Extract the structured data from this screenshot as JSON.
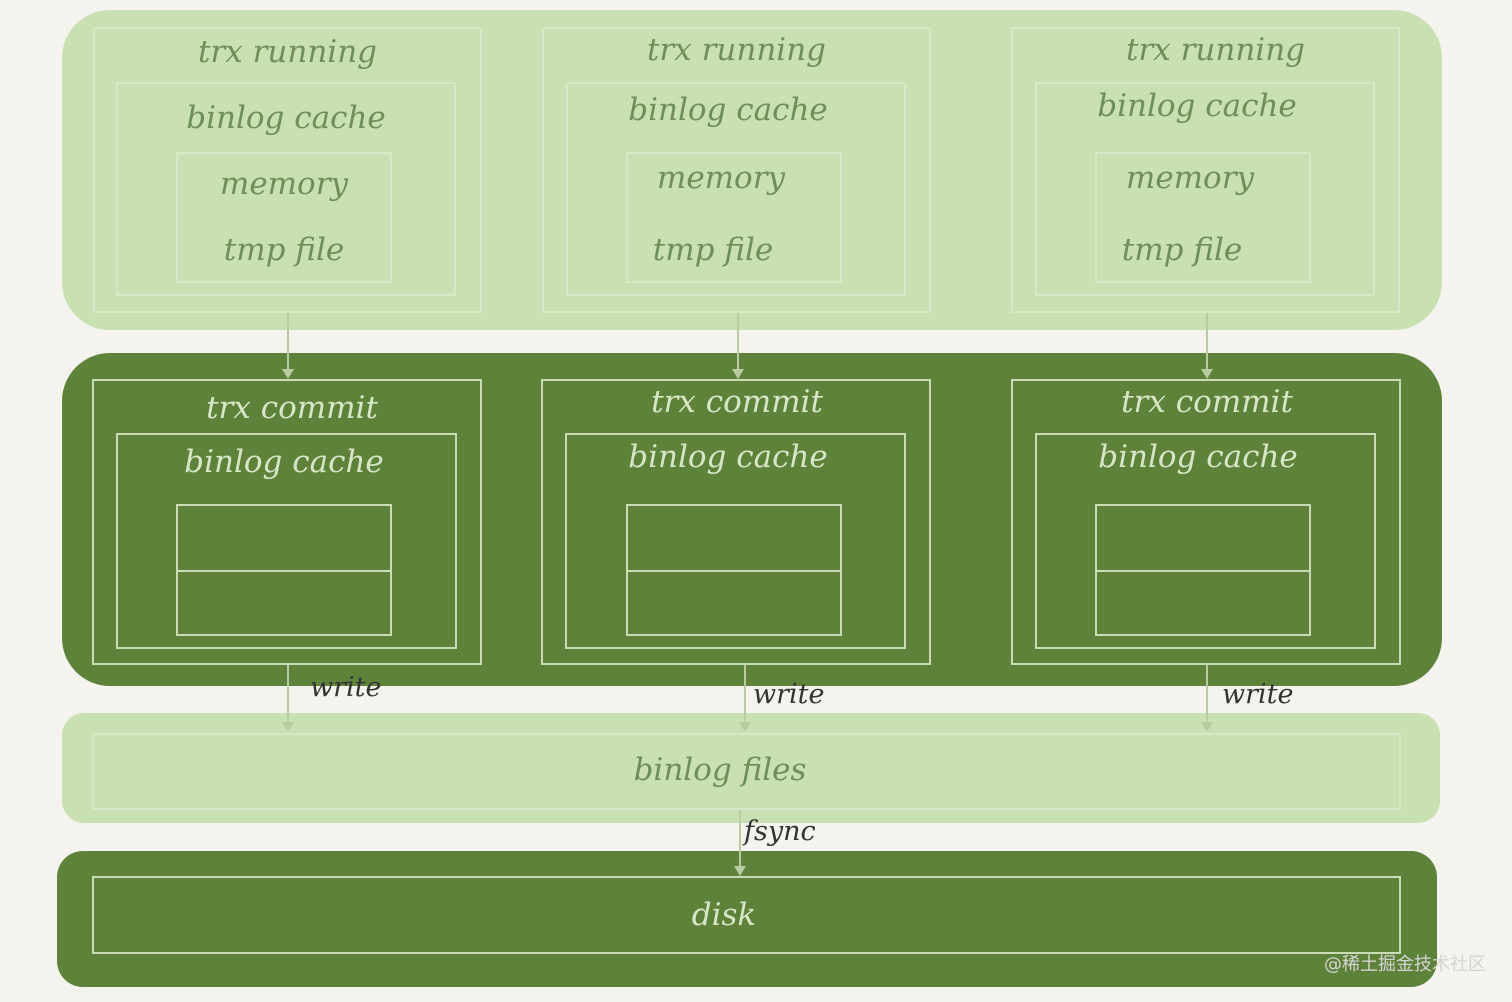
{
  "running_label": "trx running",
  "commit_label": "trx commit",
  "cache_label": "binlog cache",
  "memory_label": "memory",
  "tmp_file_label": "tmp file",
  "write_label": "write",
  "binlog_files_label": "binlog files",
  "fsync_label": "fsync",
  "disk_label": "disk",
  "watermark": "@稀土掘金技术社区"
}
